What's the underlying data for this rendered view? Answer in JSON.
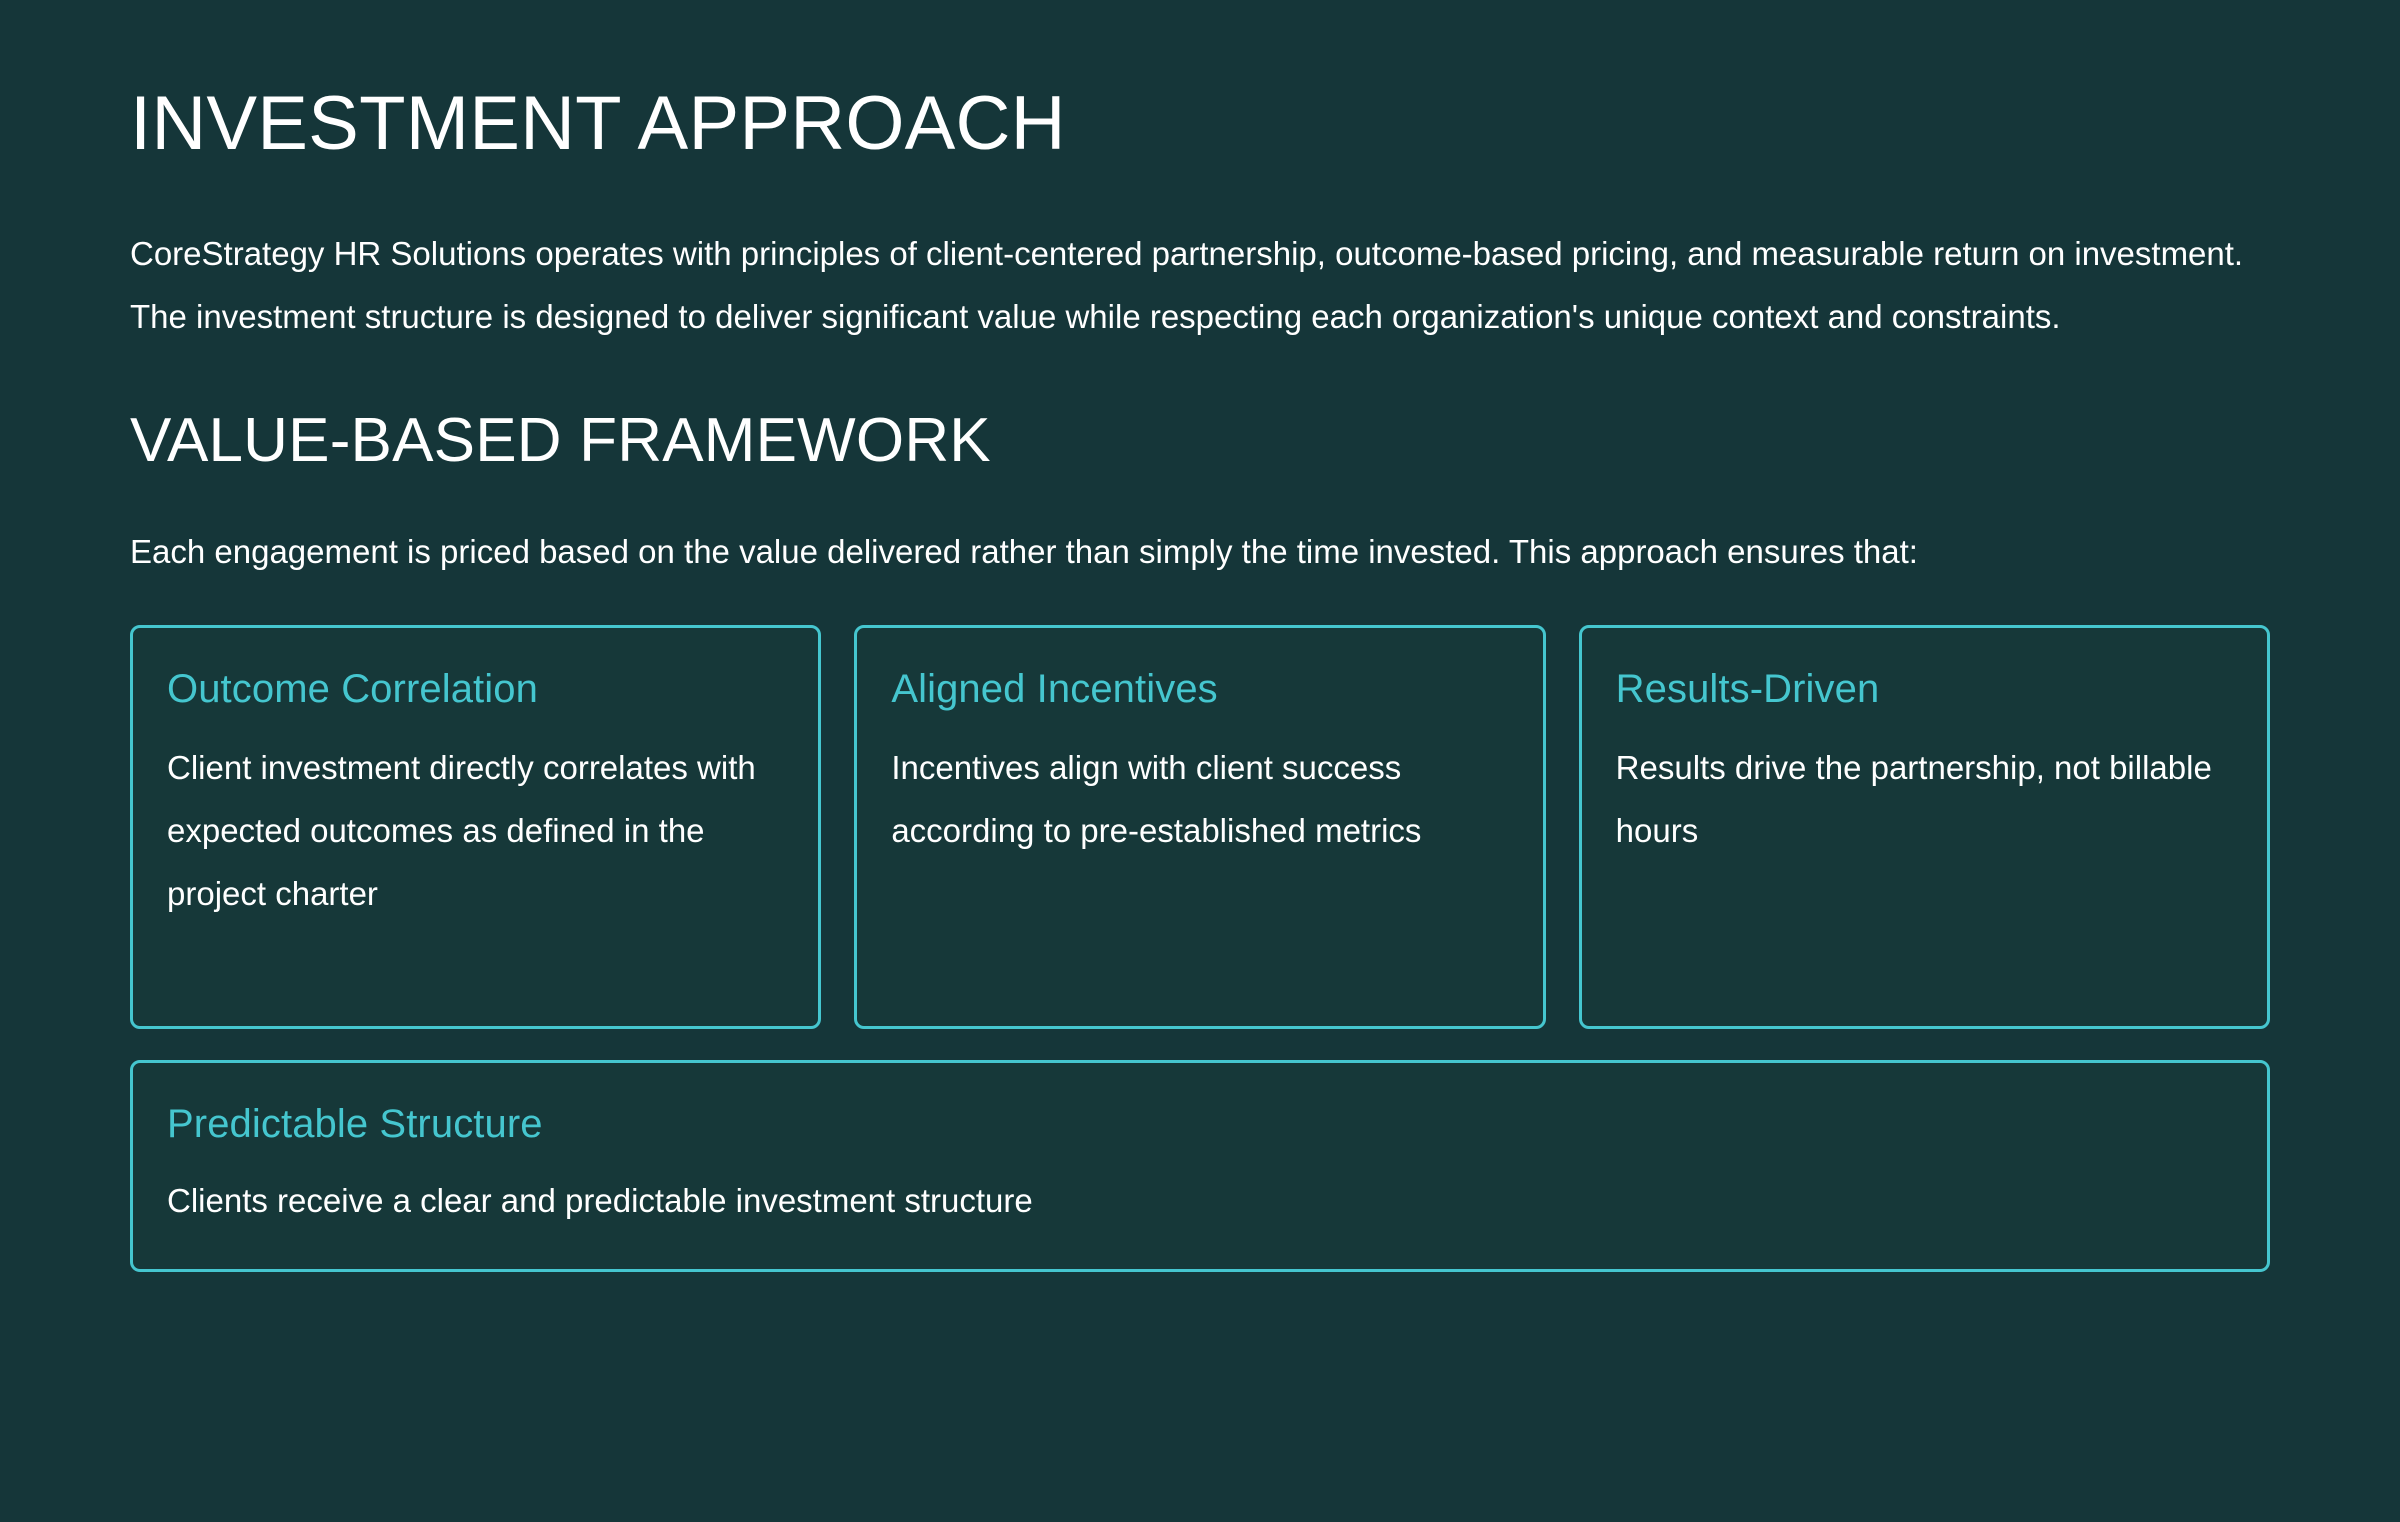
{
  "theme": {
    "background": "#153639",
    "card_background": "#163839",
    "accent": "#45c6cf",
    "text": "#ffffff"
  },
  "section": {
    "title": "INVESTMENT APPROACH",
    "intro": "CoreStrategy HR Solutions operates with principles of client-centered partnership, outcome-based pricing, and measurable return on investment. The investment structure is designed to deliver significant value while respecting each organization's unique context and constraints.",
    "subsection_title": "VALUE-BASED FRAMEWORK",
    "subsection_intro": "Each engagement is priced based on the value delivered rather than simply the time invested. This approach ensures that:"
  },
  "cards": {
    "row": [
      {
        "title": "Outcome Correlation",
        "body": "Client investment directly correlates with expected outcomes as defined in the project charter"
      },
      {
        "title": "Aligned Incentives",
        "body": "Incentives align with client success according to pre-established metrics"
      },
      {
        "title": "Results-Driven",
        "body": "Results drive the partnership, not billable hours"
      }
    ],
    "full": {
      "title": "Predictable Structure",
      "body": "Clients receive a clear and predictable investment structure"
    }
  }
}
